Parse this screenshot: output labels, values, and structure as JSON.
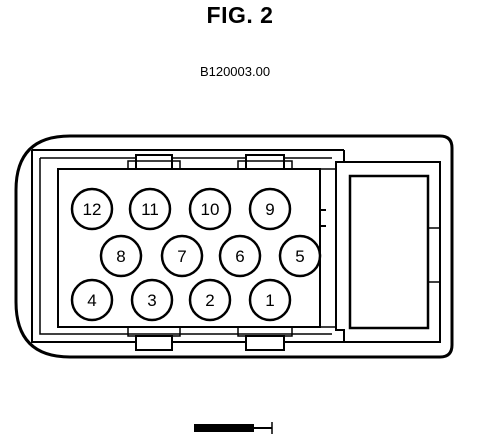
{
  "figure": {
    "title": "FIG. 2",
    "code": "B120003.00"
  },
  "connector": {
    "pins": [
      {
        "number": "12",
        "row": 0,
        "col": 0
      },
      {
        "number": "11",
        "row": 0,
        "col": 1
      },
      {
        "number": "10",
        "row": 0,
        "col": 2
      },
      {
        "number": "9",
        "row": 0,
        "col": 3
      },
      {
        "number": "8",
        "row": 1,
        "col": 0
      },
      {
        "number": "7",
        "row": 1,
        "col": 1
      },
      {
        "number": "6",
        "row": 1,
        "col": 2
      },
      {
        "number": "5",
        "row": 1,
        "col": 3
      },
      {
        "number": "4",
        "row": 2,
        "col": 0
      },
      {
        "number": "3",
        "row": 2,
        "col": 1
      },
      {
        "number": "2",
        "row": 2,
        "col": 2
      },
      {
        "number": "1",
        "row": 2,
        "col": 3
      }
    ]
  }
}
